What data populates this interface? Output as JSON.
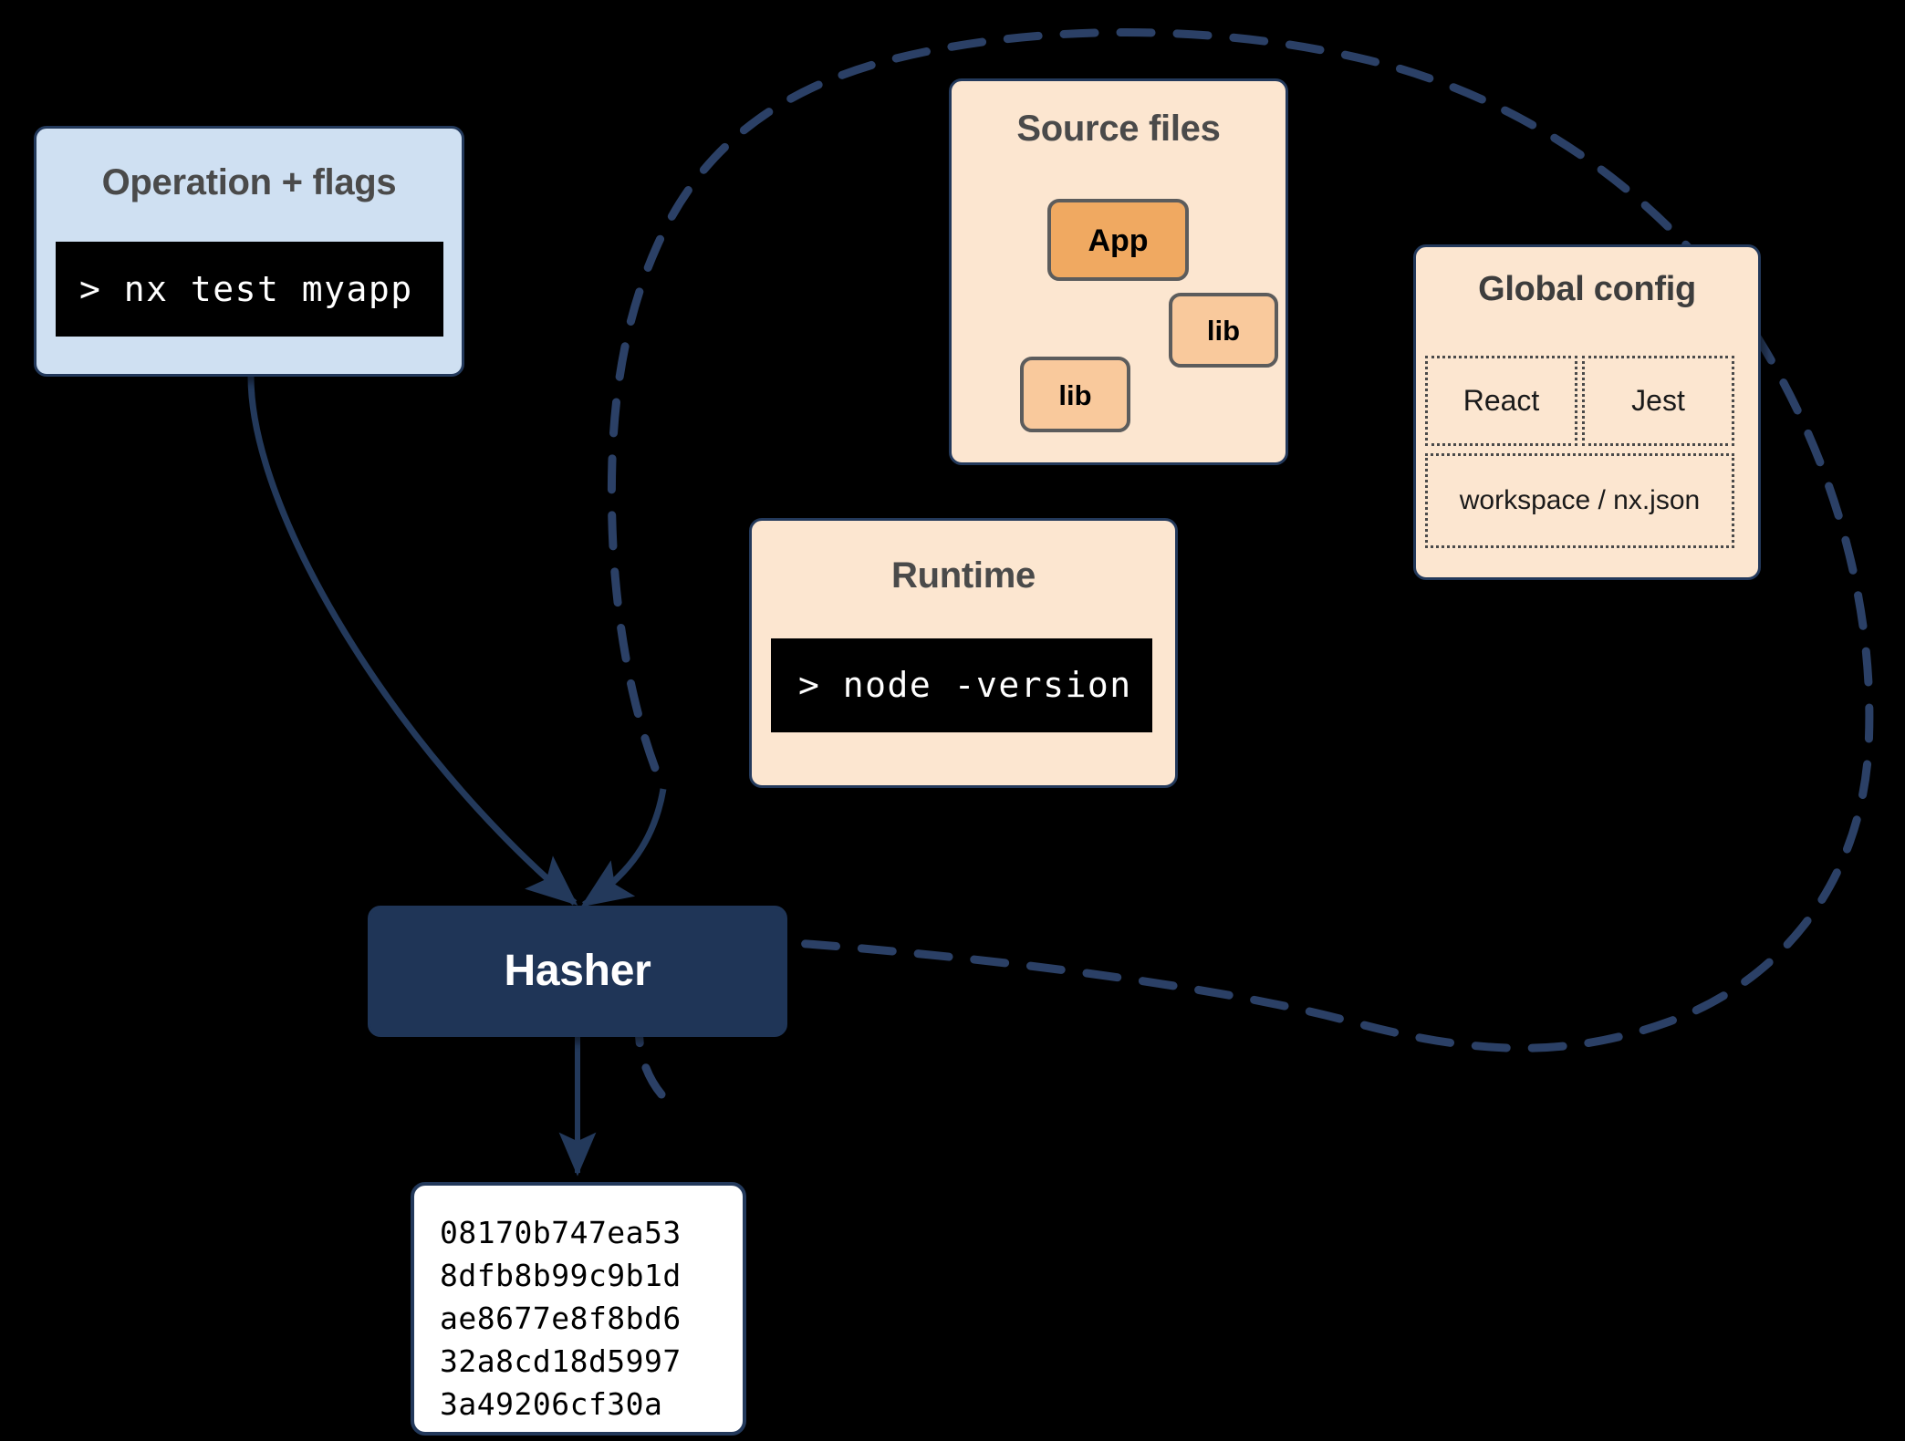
{
  "diagram": {
    "title": "Nx Hasher inputs diagram",
    "colors": {
      "background": "#000000",
      "operation_box": "#cfe0f2",
      "panel_orange": "#fce6d0",
      "app_node": "#f0a961",
      "lib_node": "#f9c99c",
      "hasher": "#1f3557",
      "stroke": "#23395b",
      "terminal_bg": "#000000"
    }
  },
  "operation": {
    "title": "Operation + flags",
    "command": "> nx test myapp"
  },
  "source_files": {
    "title": "Source files",
    "nodes": [
      {
        "id": "app",
        "label": "App"
      },
      {
        "id": "lib-right",
        "label": "lib"
      },
      {
        "id": "lib-left",
        "label": "lib"
      }
    ],
    "edges": [
      {
        "from": "App",
        "to": "lib"
      },
      {
        "from": "App",
        "to": "lib"
      }
    ]
  },
  "global_config": {
    "title": "Global config",
    "cells": [
      {
        "label": "React"
      },
      {
        "label": "Jest"
      },
      {
        "label": "workspace / nx.json"
      }
    ]
  },
  "runtime": {
    "title": "Runtime",
    "command": "> node -version"
  },
  "hasher": {
    "label": "Hasher"
  },
  "hash_output": {
    "lines": [
      "08170b747ea53",
      "8dfb8b99c9b1d",
      "ae8677e8f8bd6",
      "32a8cd18d5997",
      "3a49206cf30a"
    ],
    "text": "08170b747ea53\n8dfb8b99c9b1d\nae8677e8f8bd6\n32a8cd18d5997\n3a49206cf30a"
  }
}
